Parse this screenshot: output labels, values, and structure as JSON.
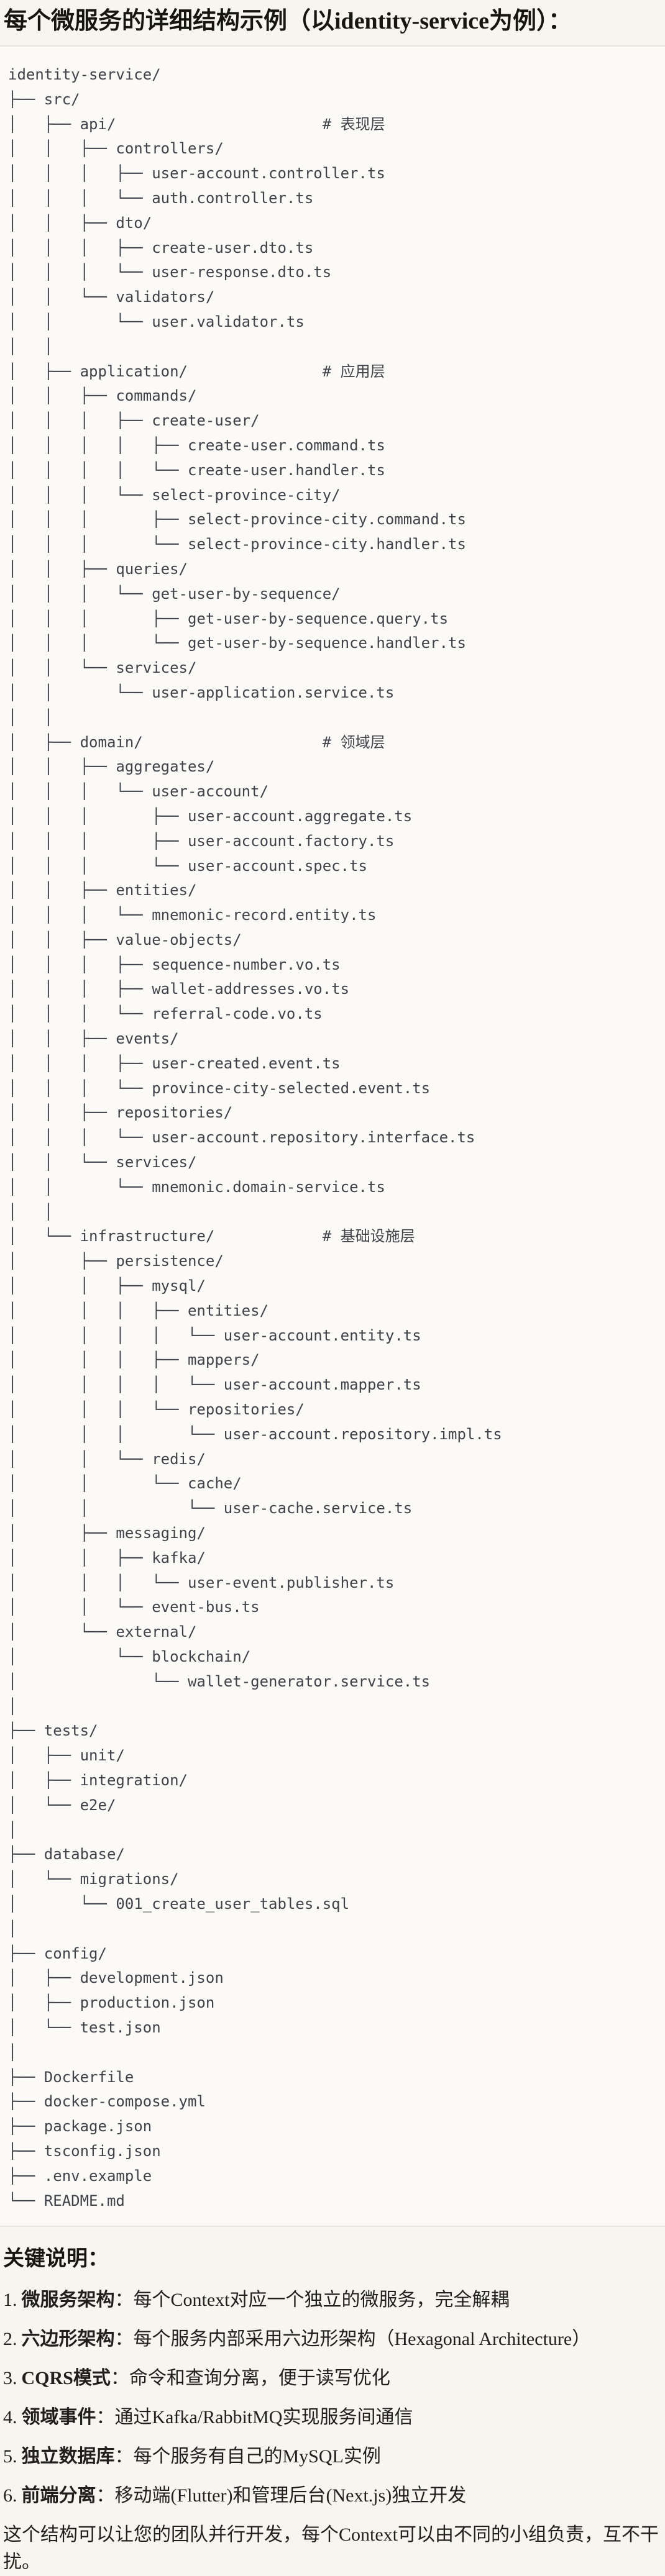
{
  "colors": {
    "page_bg": "#f6f5f0",
    "code_bg": "#fbfaf7",
    "code_border": "#e7e5dd",
    "code_text": "#3f4349",
    "body_text": "#201f1b"
  },
  "page": {
    "title": "每个微服务的详细结构示例（以identity-service为例）："
  },
  "code_block": {
    "tree_lines": [
      "identity-service/",
      "├── src/",
      "│   ├── api/                       # 表现层",
      "│   │   ├── controllers/",
      "│   │   │   ├── user-account.controller.ts",
      "│   │   │   └── auth.controller.ts",
      "│   │   ├── dto/",
      "│   │   │   ├── create-user.dto.ts",
      "│   │   │   └── user-response.dto.ts",
      "│   │   └── validators/",
      "│   │       └── user.validator.ts",
      "│   │",
      "│   ├── application/               # 应用层",
      "│   │   ├── commands/",
      "│   │   │   ├── create-user/",
      "│   │   │   │   ├── create-user.command.ts",
      "│   │   │   │   └── create-user.handler.ts",
      "│   │   │   └── select-province-city/",
      "│   │   │       ├── select-province-city.command.ts",
      "│   │   │       └── select-province-city.handler.ts",
      "│   │   ├── queries/",
      "│   │   │   └── get-user-by-sequence/",
      "│   │   │       ├── get-user-by-sequence.query.ts",
      "│   │   │       └── get-user-by-sequence.handler.ts",
      "│   │   └── services/",
      "│   │       └── user-application.service.ts",
      "│   │",
      "│   ├── domain/                    # 领域层",
      "│   │   ├── aggregates/",
      "│   │   │   └── user-account/",
      "│   │   │       ├── user-account.aggregate.ts",
      "│   │   │       ├── user-account.factory.ts",
      "│   │   │       └── user-account.spec.ts",
      "│   │   ├── entities/",
      "│   │   │   └── mnemonic-record.entity.ts",
      "│   │   ├── value-objects/",
      "│   │   │   ├── sequence-number.vo.ts",
      "│   │   │   ├── wallet-addresses.vo.ts",
      "│   │   │   └── referral-code.vo.ts",
      "│   │   ├── events/",
      "│   │   │   ├── user-created.event.ts",
      "│   │   │   └── province-city-selected.event.ts",
      "│   │   ├── repositories/",
      "│   │   │   └── user-account.repository.interface.ts",
      "│   │   └── services/",
      "│   │       └── mnemonic.domain-service.ts",
      "│   │",
      "│   └── infrastructure/            # 基础设施层",
      "│       ├── persistence/",
      "│       │   ├── mysql/",
      "│       │   │   ├── entities/",
      "│       │   │   │   └── user-account.entity.ts",
      "│       │   │   ├── mappers/",
      "│       │   │   │   └── user-account.mapper.ts",
      "│       │   │   └── repositories/",
      "│       │   │       └── user-account.repository.impl.ts",
      "│       │   └── redis/",
      "│       │       └── cache/",
      "│       │           └── user-cache.service.ts",
      "│       ├── messaging/",
      "│       │   ├── kafka/",
      "│       │   │   └── user-event.publisher.ts",
      "│       │   └── event-bus.ts",
      "│       └── external/",
      "│           └── blockchain/",
      "│               └── wallet-generator.service.ts",
      "│",
      "├── tests/",
      "│   ├── unit/",
      "│   ├── integration/",
      "│   └── e2e/",
      "│",
      "├── database/",
      "│   └── migrations/",
      "│       └── 001_create_user_tables.sql",
      "│",
      "├── config/",
      "│   ├── development.json",
      "│   ├── production.json",
      "│   └── test.json",
      "│",
      "├── Dockerfile",
      "├── docker-compose.yml",
      "├── package.json",
      "├── tsconfig.json",
      "├── .env.example",
      "└── README.md"
    ]
  },
  "notes": {
    "heading": "关键说明：",
    "items": [
      {
        "num": "1.",
        "term": "微服务架构",
        "text": "：每个Context对应一个独立的微服务，完全解耦"
      },
      {
        "num": "2.",
        "term": "六边形架构",
        "text": "：每个服务内部采用六边形架构（Hexagonal Architecture）"
      },
      {
        "num": "3.",
        "term": "CQRS模式",
        "text": "：命令和查询分离，便于读写优化"
      },
      {
        "num": "4.",
        "term": "领域事件",
        "text": "：通过Kafka/RabbitMQ实现服务间通信"
      },
      {
        "num": "5.",
        "term": "独立数据库",
        "text": "：每个服务有自己的MySQL实例"
      },
      {
        "num": "6.",
        "term": "前端分离",
        "text": "：移动端(Flutter)和管理后台(Next.js)独立开发"
      }
    ],
    "footer": "这个结构可以让您的团队并行开发，每个Context可以由不同的小组负责，互不干扰。"
  }
}
